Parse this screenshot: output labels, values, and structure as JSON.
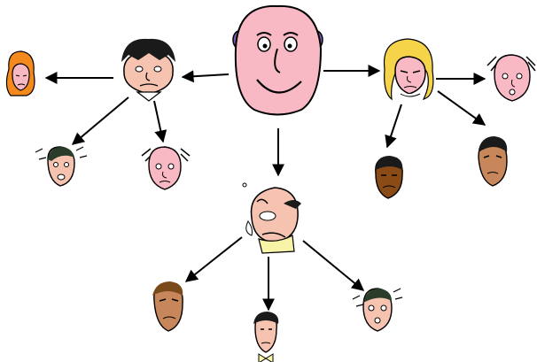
{
  "diagram": {
    "type": "tree",
    "nodes": [
      {
        "id": "root",
        "kind": "bald-smiling-man"
      },
      {
        "id": "left",
        "kind": "black-haired-man"
      },
      {
        "id": "center",
        "kind": "crying-bald-man"
      },
      {
        "id": "right",
        "kind": "blonde-woman"
      },
      {
        "id": "left-a",
        "kind": "orange-haired-woman"
      },
      {
        "id": "left-b",
        "kind": "anxious-man"
      },
      {
        "id": "left-c",
        "kind": "worried-balding-man"
      },
      {
        "id": "right-a",
        "kind": "startled-balding-man"
      },
      {
        "id": "right-b",
        "kind": "dark-skinned-man"
      },
      {
        "id": "right-c",
        "kind": "stern-tan-man"
      },
      {
        "id": "center-a",
        "kind": "brown-haired-man"
      },
      {
        "id": "center-b",
        "kind": "bowtie-man"
      },
      {
        "id": "center-c",
        "kind": "nervous-man"
      }
    ],
    "edges": [
      [
        "root",
        "left"
      ],
      [
        "root",
        "center"
      ],
      [
        "root",
        "right"
      ],
      [
        "left",
        "left-a"
      ],
      [
        "left",
        "left-b"
      ],
      [
        "left",
        "left-c"
      ],
      [
        "right",
        "right-a"
      ],
      [
        "right",
        "right-b"
      ],
      [
        "right",
        "right-c"
      ],
      [
        "center",
        "center-a"
      ],
      [
        "center",
        "center-b"
      ],
      [
        "center",
        "center-c"
      ]
    ],
    "colors": {
      "arrow": "#000000",
      "skin_pink": "#f9b9c4",
      "skin_light": "#f5c3b0",
      "skin_tan": "#c8875a",
      "skin_dark": "#8a4b16",
      "hair_black": "#1a1a1a",
      "hair_orange": "#f4891e",
      "hair_blonde": "#f6d44a",
      "hair_purple": "#7a5ab0",
      "shirt_yellow": "#f7f4a8"
    }
  }
}
